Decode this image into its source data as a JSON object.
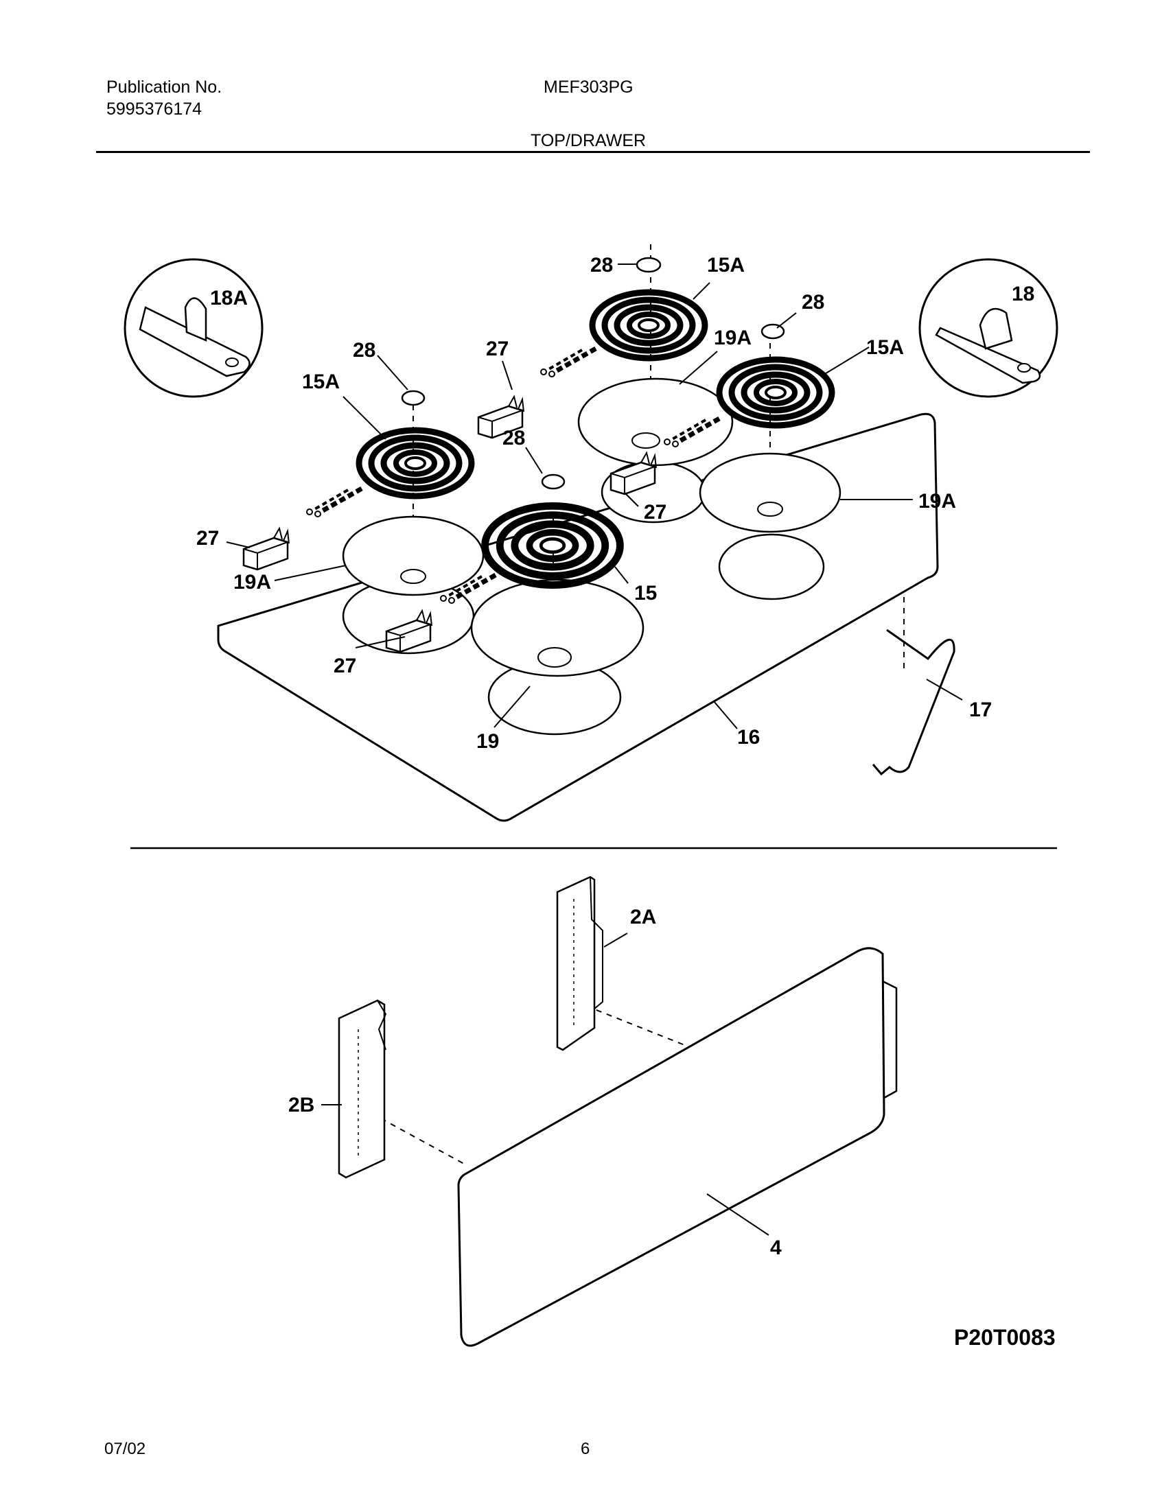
{
  "header": {
    "publication_label": "Publication No.",
    "publication_number": "5995376174",
    "model": "MEF303PG",
    "section": "TOP/DRAWER"
  },
  "diagram": {
    "reference_code": "P20T0083",
    "callouts": [
      "28",
      "15A",
      "18A",
      "18",
      "28",
      "19A",
      "15A",
      "28",
      "27",
      "15A",
      "28",
      "27",
      "19A",
      "27",
      "19A",
      "15",
      "27",
      "19",
      "16",
      "17",
      "2A",
      "2B",
      "4"
    ]
  },
  "footer": {
    "date": "07/02",
    "page": "6"
  }
}
